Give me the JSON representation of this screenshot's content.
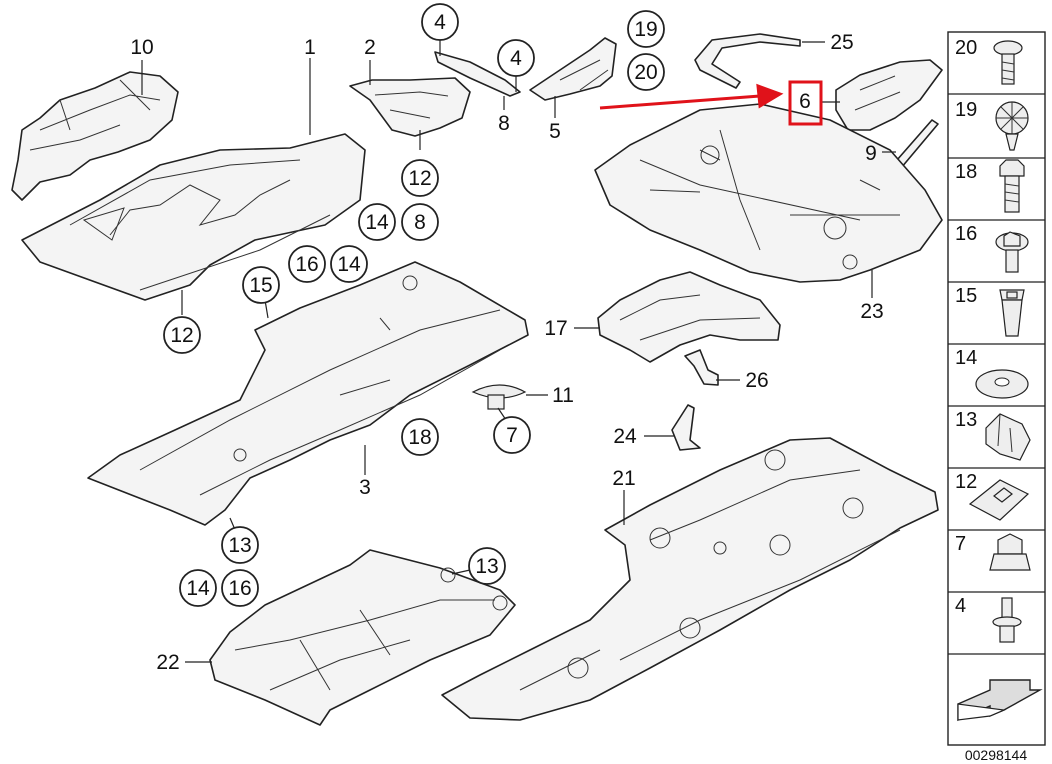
{
  "diagram": {
    "document_id": "00298144",
    "highlight_color": "#e0121a",
    "highlighted_part": "6",
    "callouts": {
      "p10": "10",
      "p1": "1",
      "p2": "2",
      "p4a": "4",
      "p4b": "4",
      "p8a": "8",
      "p5": "5",
      "p19": "19",
      "p20": "20",
      "p25": "25",
      "p6": "6",
      "p9": "9",
      "p12a": "12",
      "p14a": "14",
      "p8b": "8",
      "p16a": "16",
      "p14b": "14",
      "p15": "15",
      "p12b": "12",
      "p11": "11",
      "p7": "7",
      "p18": "18",
      "p3": "3",
      "p17": "17",
      "p23": "23",
      "p26": "26",
      "p24": "24",
      "p21": "21",
      "p13a": "13",
      "p14c": "14",
      "p16b": "16",
      "p13b": "13",
      "p22": "22"
    },
    "legend": [
      {
        "num": "20",
        "icon": "flanged-bolt-icon"
      },
      {
        "num": "19",
        "icon": "expanding-rivet-icon"
      },
      {
        "num": "18",
        "icon": "hex-bolt-icon"
      },
      {
        "num": "16",
        "icon": "hex-flange-bolt-icon"
      },
      {
        "num": "15",
        "icon": "expanding-nut-icon"
      },
      {
        "num": "14",
        "icon": "washer-icon"
      },
      {
        "num": "13",
        "icon": "clip-nut-icon"
      },
      {
        "num": "12",
        "icon": "spring-nut-icon"
      },
      {
        "num": "7",
        "icon": "collar-nut-icon"
      },
      {
        "num": "4",
        "icon": "stud-bolt-icon"
      },
      {
        "num": "",
        "icon": "direction-arrow-icon"
      }
    ]
  }
}
